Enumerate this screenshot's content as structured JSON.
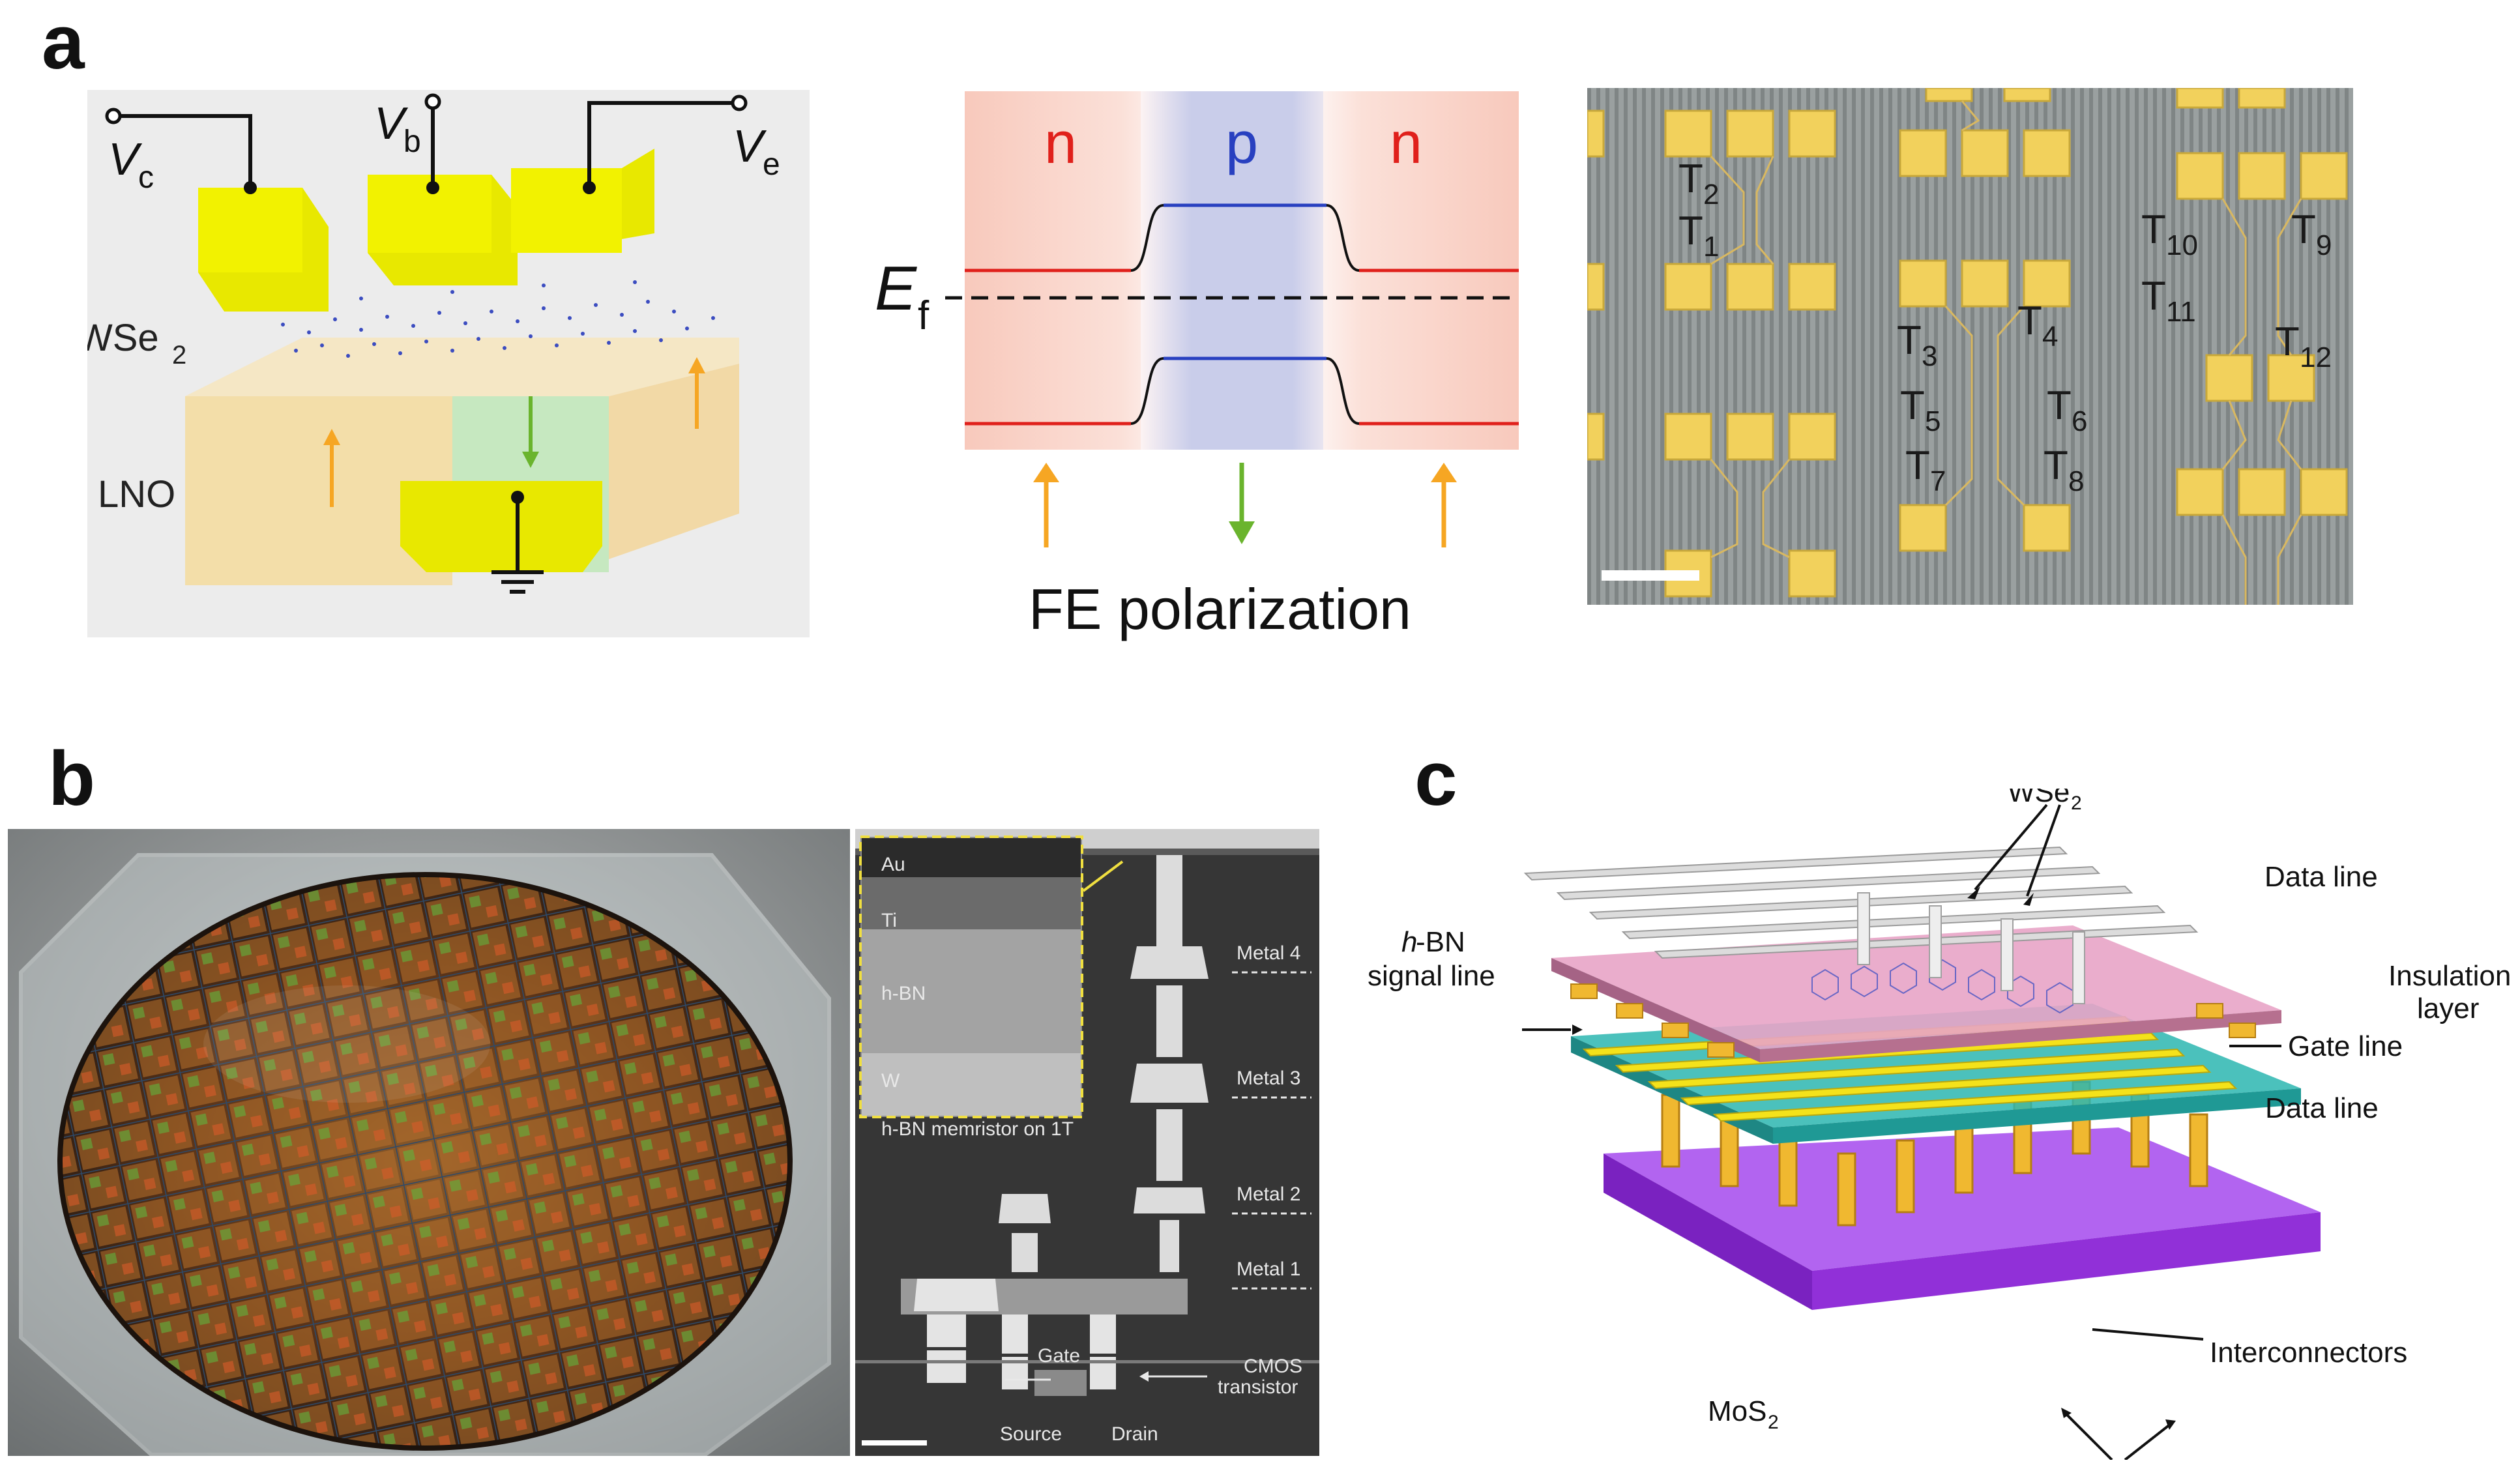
{
  "panels": {
    "a": {
      "letter": "a",
      "device": {
        "vc": "V",
        "vc_sub": "c",
        "vb": "V",
        "vb_sub": "b",
        "ve": "V",
        "ve_sub": "e",
        "channel": "WSe",
        "channel_sub": "2",
        "substrate": "LNO"
      },
      "band": {
        "regions": [
          "n",
          "p",
          "n"
        ],
        "fermi": "E",
        "fermi_sub": "f",
        "caption": "FE polarization"
      },
      "micrograph": {
        "labels": [
          {
            "t": "T",
            "s": "2"
          },
          {
            "t": "T",
            "s": "1"
          },
          {
            "t": "T",
            "s": "3"
          },
          {
            "t": "T",
            "s": "4"
          },
          {
            "t": "T",
            "s": "5"
          },
          {
            "t": "T",
            "s": "6"
          },
          {
            "t": "T",
            "s": "7"
          },
          {
            "t": "T",
            "s": "8"
          },
          {
            "t": "T",
            "s": "10"
          },
          {
            "t": "T",
            "s": "9"
          },
          {
            "t": "T",
            "s": "11"
          },
          {
            "t": "T",
            "s": "12"
          }
        ]
      }
    },
    "b": {
      "letter": "b",
      "tem": {
        "inset_layers": [
          "Au",
          "Ti",
          "h-BN",
          "W"
        ],
        "inset_caption": "h-BN memristor on 1T",
        "metals": [
          "Metal 4",
          "Metal 3",
          "Metal 2",
          "Metal 1"
        ],
        "gate": "Gate",
        "cmos": "CMOS",
        "transistor": "transistor",
        "source": "Source",
        "drain": "Drain"
      }
    },
    "c": {
      "letter": "c",
      "labels": {
        "wse2": "WSe",
        "wse2_sub": "2",
        "hbn_italic": "h",
        "hbn_rest": "-BN",
        "signal_line": "signal line",
        "data_line_top": "Data line",
        "insulation": "Insulation",
        "layer": "layer",
        "gate_line": "Gate line",
        "data_line_mid": "Data line",
        "interconnectors": "Interconnectors",
        "mos2": "MoS",
        "mos2_sub": "2"
      }
    }
  },
  "colors": {
    "electrode": "#e8e800",
    "n_region": "#f8c9bc",
    "p_region": "#c9cdea",
    "band_red": "#e0201b",
    "band_blue": "#2840c0",
    "arrow_orange": "#f6a623",
    "arrow_green": "#6ab42d",
    "pad_gold": "#f2d15c",
    "substrate_purple": "#9a38e6",
    "teal_layer": "#2bb6b0",
    "pink_layer": "#e8a4c6"
  }
}
